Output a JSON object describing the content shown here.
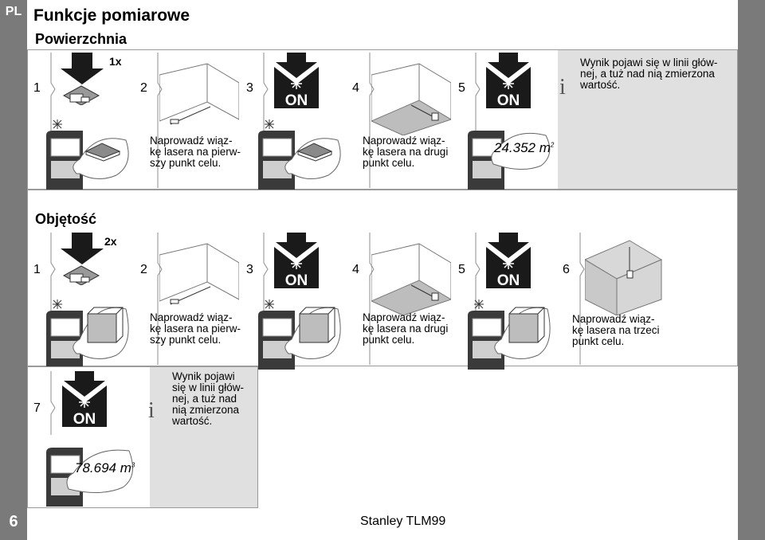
{
  "lang": "PL",
  "page_number": "6",
  "title": "Funkcje pomiarowe",
  "footer": "Stanley TLM99",
  "area": {
    "heading": "Powierzchnia",
    "press_count": "1x",
    "steps": [
      "1",
      "2",
      "3",
      "4",
      "5"
    ],
    "on_label": "ON",
    "caption_first": [
      "Naprowadź wiąz-",
      "kę lasera na pierw-",
      "szy punkt celu."
    ],
    "caption_second": [
      "Naprowadź wiąz-",
      "kę lasera na drugi",
      "punkt celu."
    ],
    "display_value": "24.352 m",
    "display_unit_sup": "2",
    "info": [
      "Wynik pojawi się w linii głów-",
      "nej, a tuż nad nią zmierzona",
      "wartość."
    ]
  },
  "volume": {
    "heading": "Objętość",
    "press_count": "2x",
    "steps": [
      "1",
      "2",
      "3",
      "4",
      "5",
      "6",
      "7"
    ],
    "on_label": "ON",
    "caption_first": [
      "Naprowadź wiąz-",
      "kę lasera na pierw-",
      "szy punkt celu."
    ],
    "caption_second": [
      "Naprowadź wiąz-",
      "kę lasera na drugi",
      "punkt celu."
    ],
    "caption_third": [
      "Naprowadź wiąz-",
      "kę lasera na trzeci",
      "punkt celu."
    ],
    "display_value": "78.694 m",
    "display_unit_sup": "3",
    "info": [
      "Wynik pojawi",
      "się w linii głów-",
      "nej, a tuż nad",
      "nią zmierzona",
      "wartość."
    ]
  },
  "icons": {
    "info": "i",
    "press_arrow": "press-arrow-icon",
    "laser": "laser-burst-icon"
  },
  "colors": {
    "side_bar": "#7a7a7a",
    "info_bg": "#e0e0e0",
    "icon_dark": "#1a1a1a"
  }
}
